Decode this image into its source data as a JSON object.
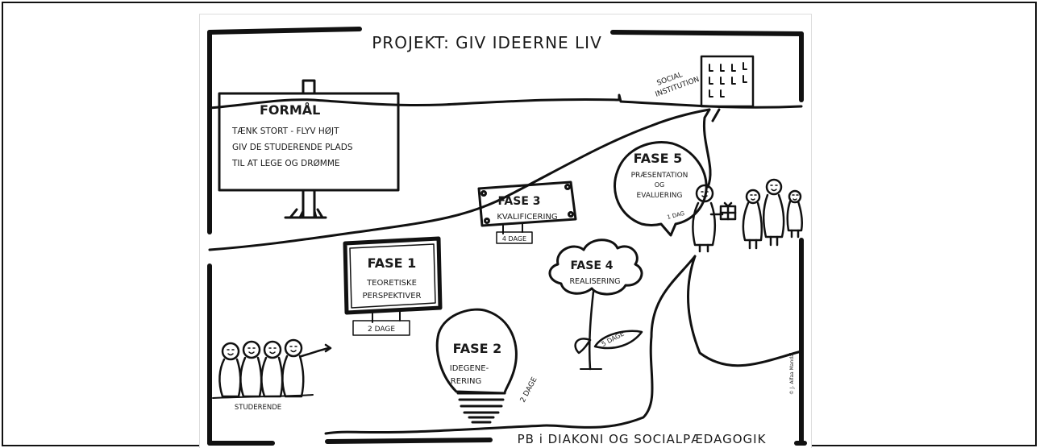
{
  "title": "PROJEKT: GIV IDEERNE LIV",
  "footer": "PB i DIAKONI OG SOCIALPÆDAGOGIK",
  "signature": "© J. Aifaa Mandal",
  "institution": {
    "label_line1": "SOCIAL",
    "label_line2": "INSTITUTION"
  },
  "formal": {
    "heading": "FORMÅL",
    "lines": [
      "TÆNK STORT - FLYV HØJT",
      "GIV DE STUDERENDE PLADS",
      "TIL AT LEGE OG DRØMME"
    ]
  },
  "students": {
    "label": "STUDERENDE"
  },
  "phases": [
    {
      "heading": "FASE 1",
      "lines": [
        "TEORETISKE",
        "PERSPEKTIVER"
      ],
      "duration": "2 DAGE"
    },
    {
      "heading": "FASE 2",
      "lines": [
        "IDEGENE-",
        "RERING"
      ],
      "duration": "2 DAGE"
    },
    {
      "heading": "FASE 3",
      "lines": [
        "KVALIFICERING"
      ],
      "duration": "4 DAGE"
    },
    {
      "heading": "FASE 4",
      "lines": [
        "REALISERING"
      ],
      "duration": "5 DAGE"
    },
    {
      "heading": "FASE 5",
      "lines": [
        "PRÆSENTATION",
        "OG",
        "EVALUERING"
      ],
      "duration": "1 DAG"
    }
  ]
}
